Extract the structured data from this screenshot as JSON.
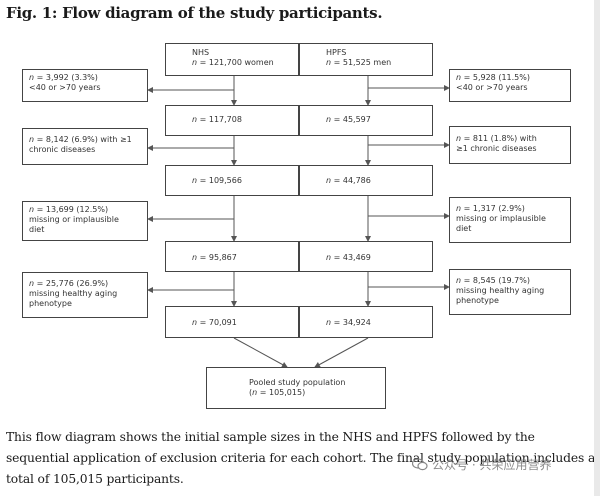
{
  "figure": {
    "title": "Fig. 1: Flow diagram of the study participants.",
    "nhs": {
      "name": "NHS",
      "start": "= 121,700 women"
    },
    "hpfs": {
      "name": "HPFS",
      "start": "= 51,525 men"
    },
    "stages": [
      {
        "nhs_n": "= 117,708",
        "hpfs_n": "= 45,597"
      },
      {
        "nhs_n": "= 109,566",
        "hpfs_n": "= 44,786"
      },
      {
        "nhs_n": "= 95,867",
        "hpfs_n": "= 43,469"
      },
      {
        "nhs_n": "= 70,091",
        "hpfs_n": "= 34,924"
      }
    ],
    "nhs_exclusions": [
      {
        "line1": "= 3,992 (3.3%)",
        "line2": "<40 or >70 years",
        "line3": ""
      },
      {
        "line1": "= 8,142 (6.9%) with ≥1",
        "line2": "chronic diseases",
        "line3": ""
      },
      {
        "line1": "= 13,699 (12.5%)",
        "line2": "missing or implausible",
        "line3": "diet"
      },
      {
        "line1": "= 25,776 (26.9%)",
        "line2": "missing healthy aging",
        "line3": "phenotype"
      }
    ],
    "hpfs_exclusions": [
      {
        "line1": "= 5,928 (11.5%)",
        "line2": "<40 or >70 years",
        "line3": ""
      },
      {
        "line1": "= 811 (1.8%) with",
        "line2": "≥1 chronic diseases",
        "line3": ""
      },
      {
        "line1": "= 1,317 (2.9%)",
        "line2": "missing or implausible",
        "line3": "diet"
      },
      {
        "line1": "= 8,545 (19.7%)",
        "line2": "missing healthy aging",
        "line3": "phenotype"
      }
    ],
    "n_symbol": "n",
    "pooled": {
      "line1": "Pooled study population",
      "line2": "= 105,015)",
      "prefix": "("
    }
  },
  "caption": "This flow diagram shows the initial sample sizes in the NHS and HPFS followed by the sequential application of exclusion criteria for each cohort. The final study population includes a total of 105,015 participants.",
  "watermark": "公众号 · 共荣应用营养"
}
